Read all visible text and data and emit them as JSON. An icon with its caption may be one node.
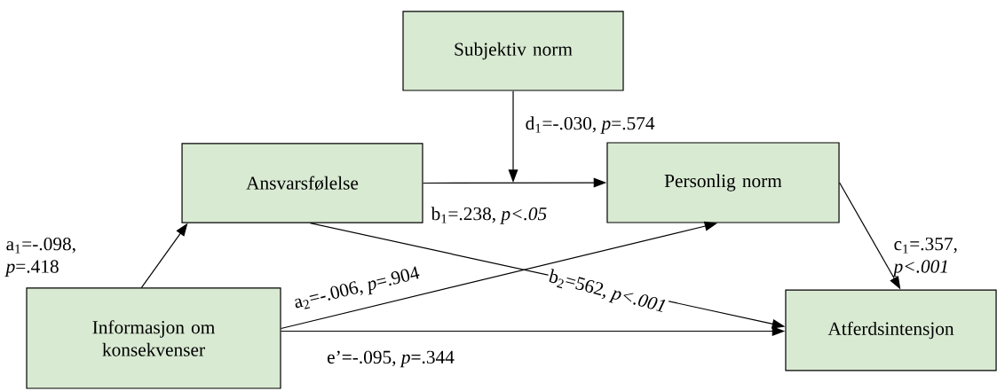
{
  "diagram": {
    "nodes": [
      {
        "text": [
          "Subjektiv norm"
        ]
      },
      {
        "text": [
          "Ansvarsfølelse"
        ]
      },
      {
        "text": [
          "Personlig norm"
        ]
      },
      {
        "text": [
          "Informasjon om konsekvenser"
        ]
      },
      {
        "text": [
          "Atferdsintensjon"
        ]
      }
    ],
    "edges": [
      {
        "from": 3,
        "to": 1,
        "arrow": "to",
        "label": "a$_{1}$=-.098, *p*=.418"
      },
      {
        "from": 1,
        "to": 2,
        "arrow": "to",
        "label": "b$_{1}$=.238, *p<.05*"
      },
      {
        "from": 0,
        "to": null,
        "arrow": "to",
        "label": "d$_{1}$=-.030, *p*=.574"
      },
      {
        "from": 2,
        "to": 4,
        "arrow": "to",
        "label": "c$_{1}$=.357, *p<.001*"
      },
      {
        "from": 1,
        "to": 4,
        "arrow": "to",
        "label": "b$_{2}$=562, *p<.001*"
      },
      {
        "from": 3,
        "to": 2,
        "arrow": "to",
        "label": "a$_{2}$=-.006, *p*=.904"
      },
      {
        "from": 3,
        "to": 4,
        "arrow": "to",
        "label": "e’=-.095, *p*=.344"
      }
    ]
  }
}
